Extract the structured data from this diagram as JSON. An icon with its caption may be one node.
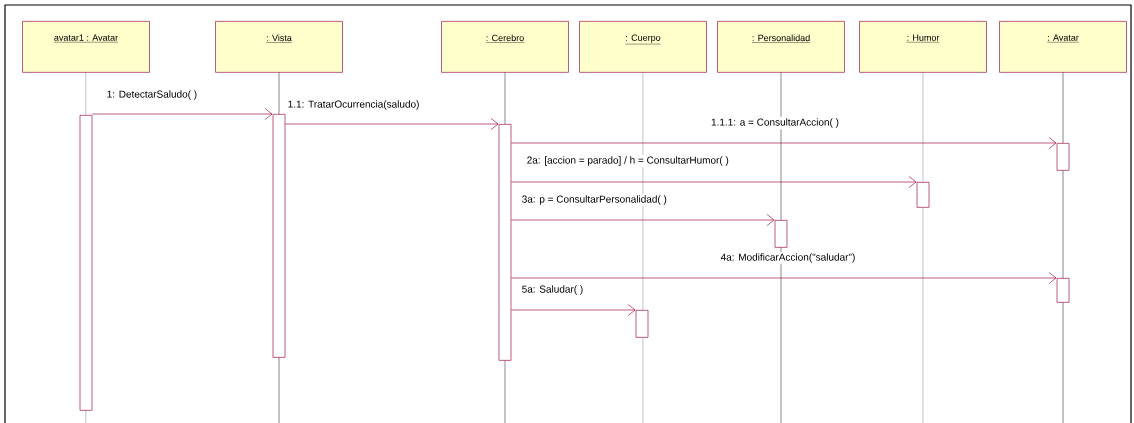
{
  "diagram": {
    "nodes": [
      {
        "text": [
          "avatar1 : Avatar"
        ]
      },
      {
        "text": [
          ": Vista"
        ]
      },
      {
        "text": [
          ": Cerebro"
        ]
      },
      {
        "text": [
          ": Cuerpo"
        ]
      },
      {
        "text": [
          ": Personalidad"
        ]
      },
      {
        "text": [
          ": Humor"
        ]
      },
      {
        "text": [
          ": Avatar"
        ]
      },
      {
        "text": [],
        "shape": "bar"
      },
      {
        "text": [],
        "shape": "bar"
      },
      {
        "text": [],
        "shape": "bar"
      },
      {
        "text": [],
        "shape": "bar"
      },
      {
        "text": [],
        "shape": "bar"
      },
      {
        "text": [],
        "shape": "bar"
      },
      {
        "text": [],
        "shape": "bar"
      },
      {
        "text": [],
        "shape": "bar"
      }
    ],
    "edges": [
      {
        "from": 7,
        "to": 8,
        "arrow": "to",
        "label": "1: DetectarSaludo( )"
      },
      {
        "from": 8,
        "to": 9,
        "arrow": "to",
        "label": "1.1: TratarOcurrencia(saludo)"
      },
      {
        "from": 9,
        "to": 13,
        "arrow": "to",
        "label": "1.1.1: a = ConsultarAccion( )"
      },
      {
        "from": 9,
        "to": 12,
        "arrow": "to",
        "label": "2a: [accion = parado] / h = ConsultarHumor( )"
      },
      {
        "from": 9,
        "to": 11,
        "arrow": "to",
        "label": "3a: p = ConsultarPersonalidad( )"
      },
      {
        "from": 9,
        "to": 14,
        "arrow": "to",
        "label": "4a: ModificarAccion(\"saludar\")"
      },
      {
        "from": 9,
        "to": 10,
        "arrow": "to",
        "label": "5a: Saludar( )"
      }
    ]
  }
}
